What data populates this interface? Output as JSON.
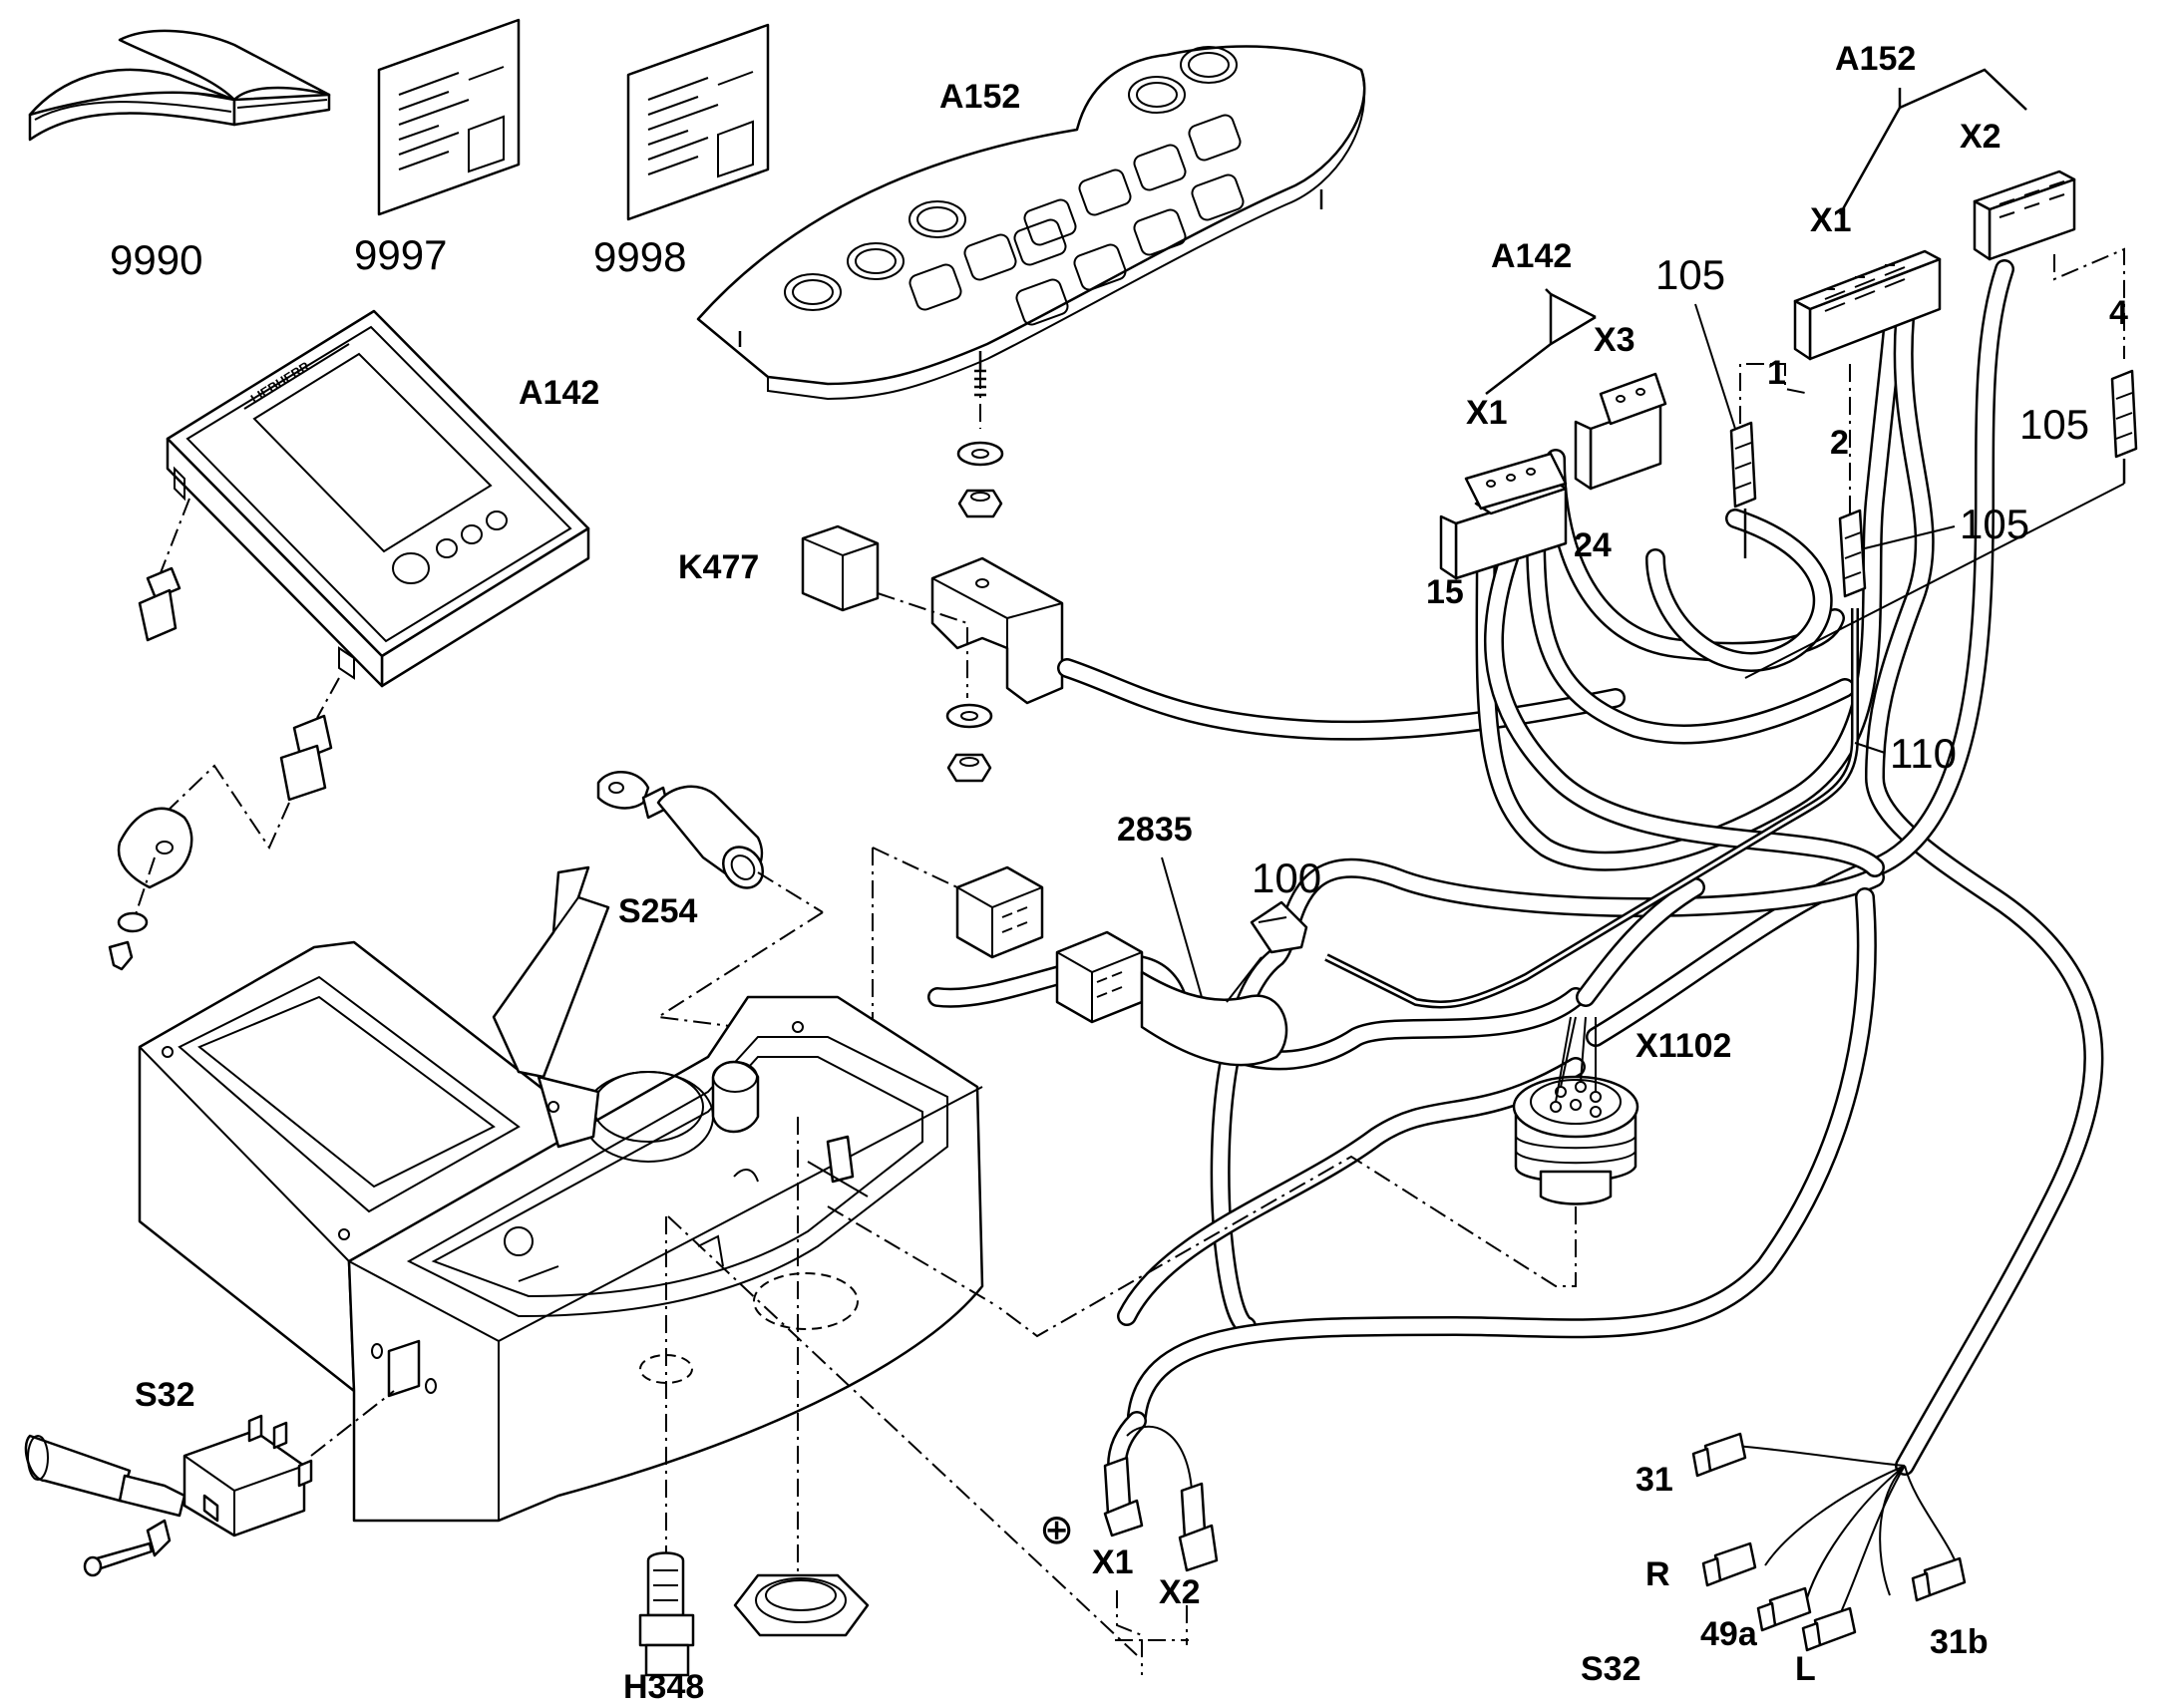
{
  "labels": {
    "doc_book": "9990",
    "doc_sheet1": "9997",
    "doc_sheet2": "9998",
    "a152_panel": "A152",
    "a152_connector": "A152",
    "a152_x1": "X1",
    "a152_x2": "X2",
    "a142_display": "A142",
    "a142_connector": "A142",
    "a142_x1": "X1",
    "a142_x3": "X3",
    "pin_105_a": "105",
    "pin_105_b": "105",
    "pin_105_c": "105",
    "pin_1": "1",
    "pin_2": "2",
    "pin_4": "4",
    "pin_15": "15",
    "pin_24": "24",
    "k477": "K477",
    "wire_110": "110",
    "item_100": "100",
    "item_2835": "2835",
    "s254": "S254",
    "x1102": "X1102",
    "s32_switch": "S32",
    "s32_harness": "S32",
    "h348": "H348",
    "ground_x1": "X1",
    "ground_x2": "X2",
    "term_31": "31",
    "term_r": "R",
    "term_49a": "49a",
    "term_l": "L",
    "term_31b": "31b"
  },
  "logo_text": "LIEBHERR",
  "symbols": {
    "ground": "⊕"
  }
}
